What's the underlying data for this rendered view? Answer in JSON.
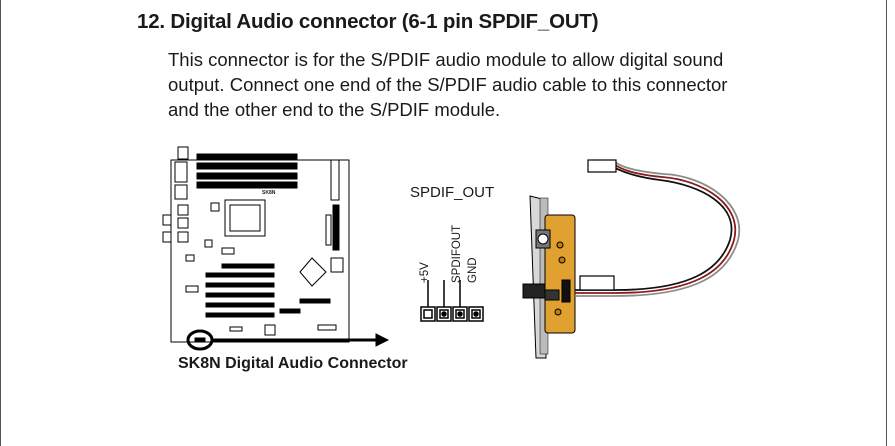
{
  "section": {
    "heading": "12. Digital Audio connector (6-1 pin SPDIF_OUT)",
    "body_lines": [
      "This connector is for the S/PDIF audio module to allow digital sound",
      "output. Connect one end of the S/PDIF audio cable to  this connector",
      "and the other end to the S/PDIF module."
    ]
  },
  "figure": {
    "board_label": "SK8N",
    "connector_label": "SPDIF_OUT",
    "pins": [
      "+5V",
      "SPDIFOUT",
      "GND"
    ],
    "caption": "SK8N Digital Audio Connector"
  }
}
